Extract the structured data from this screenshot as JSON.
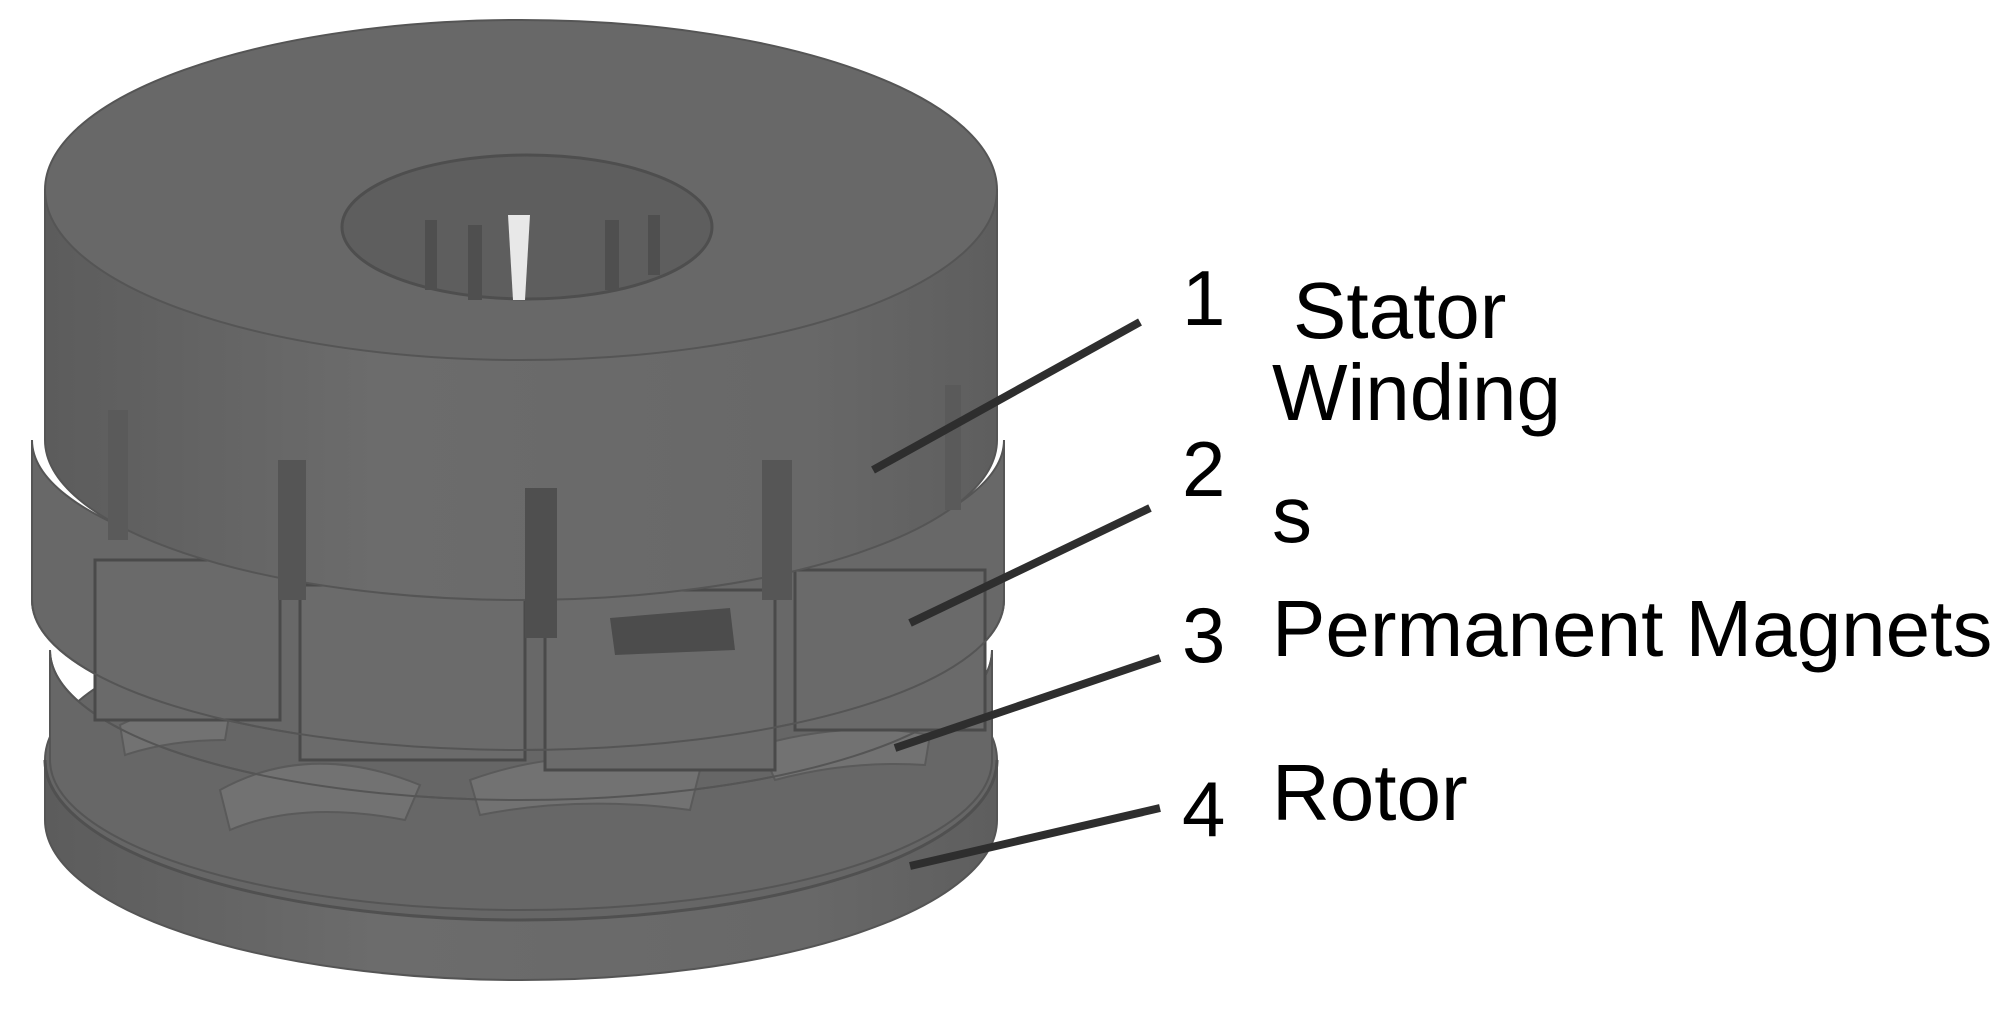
{
  "figure": {
    "callouts": [
      {
        "number": "1",
        "label_lines": [
          "Stator",
          "Winding",
          "s"
        ]
      },
      {
        "number": "2",
        "label_lines": []
      },
      {
        "number": "3",
        "label_lines": [
          "Permanent Magnets"
        ]
      },
      {
        "number": "4",
        "label_lines": [
          "Rotor"
        ]
      }
    ],
    "colors": {
      "body": "#6a6a6a",
      "top_face": "#686868",
      "side_shadow": "#5a5a5a",
      "slot_dark": "#4a4a4a",
      "highlight": "#e8e8e8",
      "leader": "#2e2e2e",
      "text": "#000000"
    }
  }
}
